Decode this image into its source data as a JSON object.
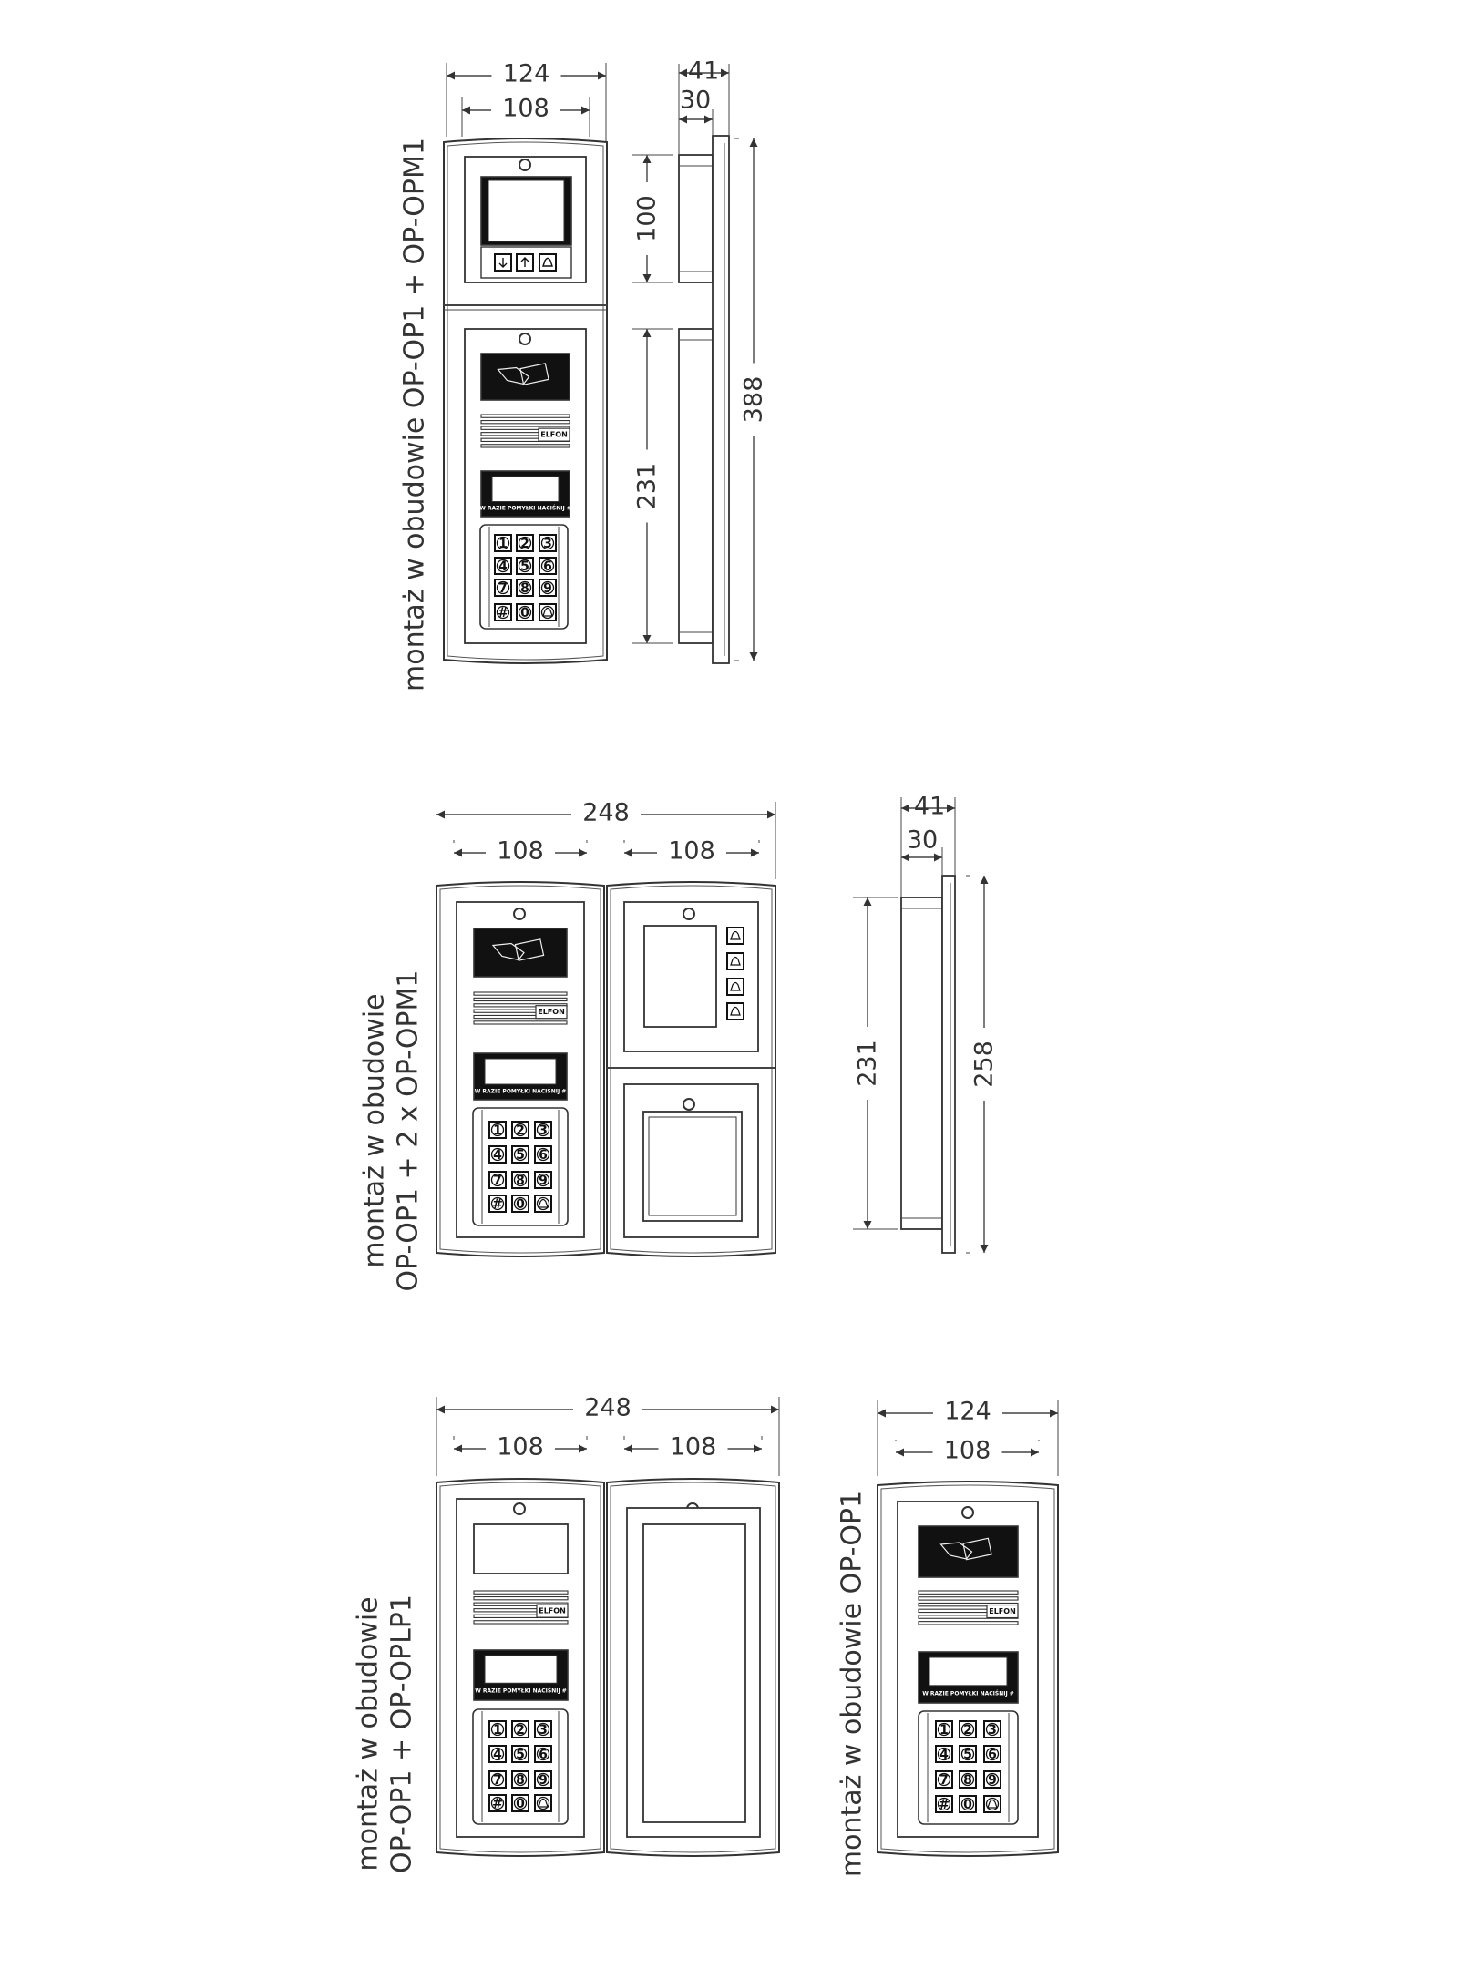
{
  "brand": "ELFON",
  "display_caption": "W RAZIE POMYŁKI NACIŚNIJ #",
  "keys": [
    "1",
    "2",
    "3",
    "4",
    "5",
    "6",
    "7",
    "8",
    "9",
    "#",
    "0",
    "bell-icon"
  ],
  "section1": {
    "label": "montaż w obudowie OP-OP1 + OP-OPM1",
    "dims": {
      "width_outer": "124",
      "width_inner": "108",
      "depth_outer": "41",
      "depth_inner": "30",
      "h_top": "100",
      "h_bottom": "231",
      "h_total": "388"
    }
  },
  "section2": {
    "label_line1": "montaż w obudowie",
    "label_line2": "OP-OP1 + 2 x OP-OPM1",
    "dims": {
      "width_total": "248",
      "width_left": "108",
      "width_right": "108",
      "depth_outer": "41",
      "depth_inner": "30",
      "h_box": "231",
      "h_total": "258"
    }
  },
  "section3": {
    "label_line1": "montaż w obudowie",
    "label_line2": "OP-OP1 + OP-OPLP1",
    "dims": {
      "width_total": "248",
      "width_left": "108",
      "width_right": "108"
    }
  },
  "section4": {
    "label": "montaż w obudowie OP-OP1",
    "dims": {
      "width_outer": "124",
      "width_inner": "108"
    }
  }
}
